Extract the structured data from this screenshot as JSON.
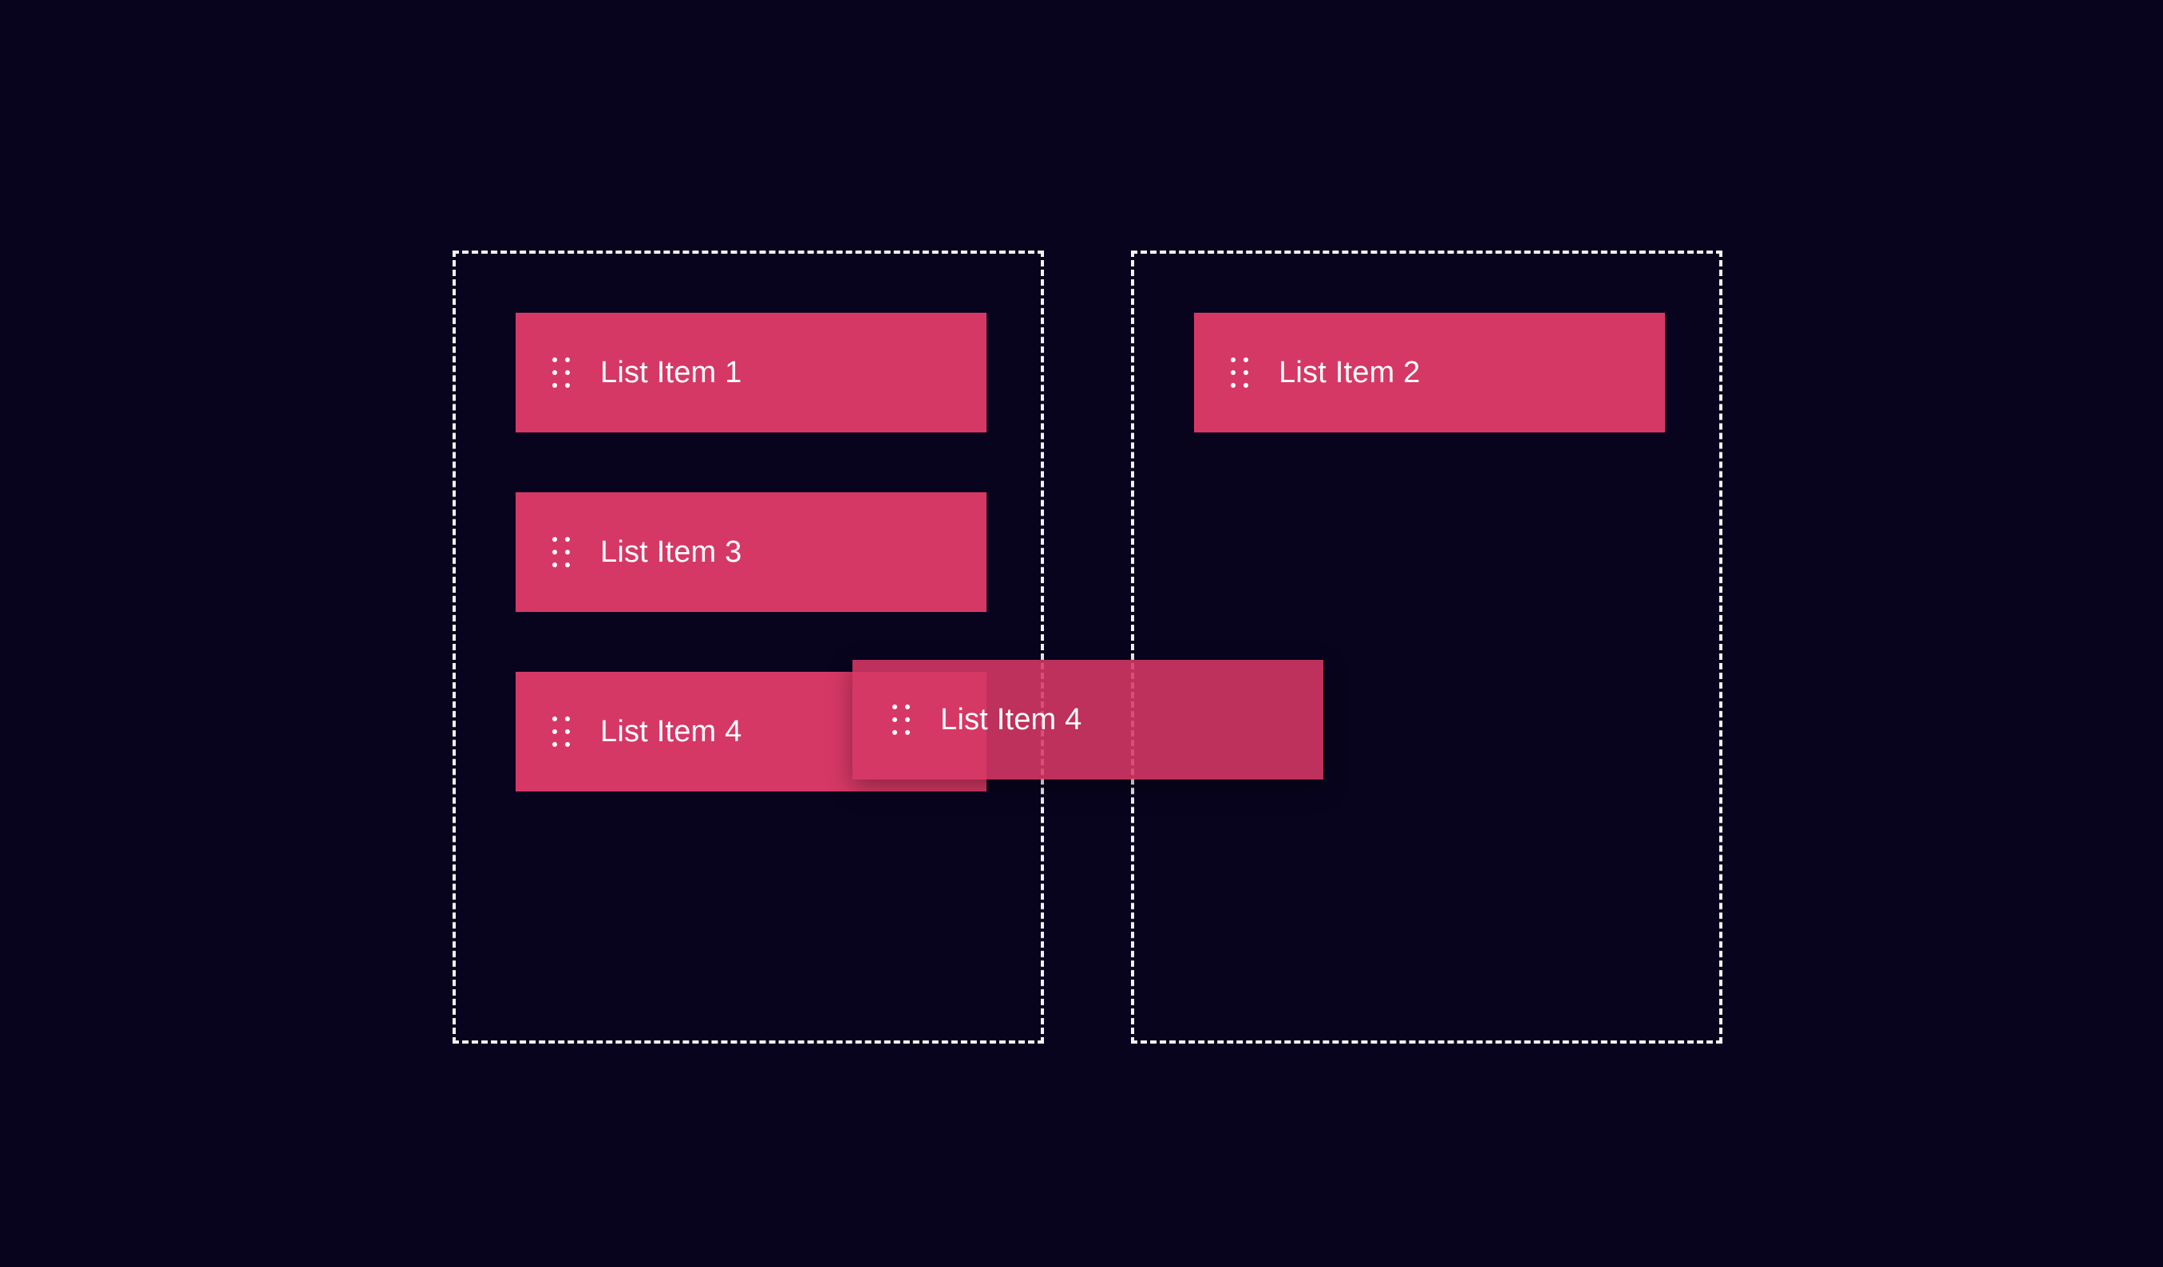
{
  "colors": {
    "background": "#08041e",
    "item": "#d63865",
    "dropzone_border": "#f2f2f2",
    "text": "#ffffff"
  },
  "left_column": {
    "items": [
      {
        "label": "List Item 1",
        "icon": "drag-handle-icon"
      },
      {
        "label": "List Item 3",
        "icon": "drag-handle-icon"
      },
      {
        "label": "List Item 4",
        "icon": "drag-handle-icon"
      }
    ]
  },
  "right_column": {
    "items": [
      {
        "label": "List Item 2",
        "icon": "drag-handle-icon"
      }
    ]
  },
  "dragging": {
    "label": "List Item 4",
    "icon": "drag-handle-icon"
  }
}
